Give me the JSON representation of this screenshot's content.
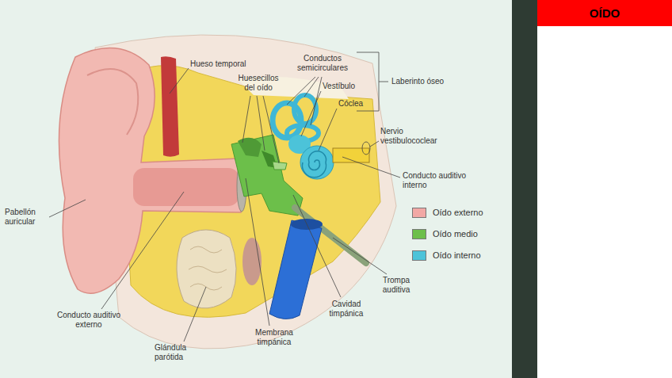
{
  "diagram": {
    "title": "OÍDO",
    "labels": [
      "Hueso temporal",
      "Conductos semicirculares",
      "Huesecillos del oído",
      "Vestíbulo",
      "Cóclea",
      "Laberinto óseo",
      "Nervio vestibulococlear",
      "Conducto auditivo interno",
      "Pabellón auricular",
      "Conducto auditivo externo",
      "Glándula parótida",
      "Membrana timpánica",
      "Cavidad timpánica",
      "Trompa auditiva"
    ],
    "legend": [
      {
        "text": "Oído externo",
        "color": "#f2a8a5"
      },
      {
        "text": "Oído medio",
        "color": "#6cbf4a"
      },
      {
        "text": "Oído interno",
        "color": "#4cc3d9"
      }
    ]
  }
}
